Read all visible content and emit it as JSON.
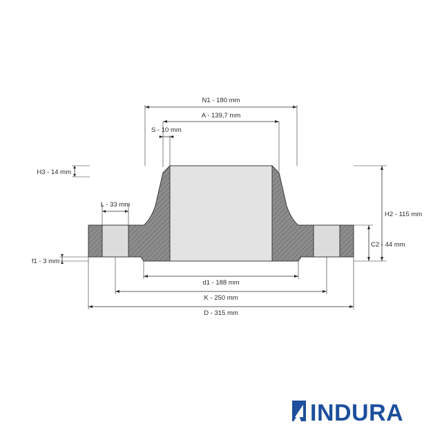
{
  "labels": {
    "n1": "N1 - 180 mm",
    "a": "A - 139,7 mm",
    "s": "S - 10 mm",
    "h3": "H3 - 14 mm",
    "l": "L - 33 mm",
    "f1": "f1 - 3 mm",
    "h2": "H2 - 115 mm",
    "c2": "C2 - 44 mm",
    "d1": "d1 - 188 mm",
    "k": "K - 250 mm",
    "d": "D - 315 mm"
  },
  "logo": {
    "text": "INDURA"
  },
  "colors": {
    "section_fill": "#8c8c8c",
    "bore_fill": "#e3e3e3",
    "hole_fill": "#dcdcdc",
    "line": "#2a2a2a",
    "logo_blue": "#1d4f9c"
  }
}
